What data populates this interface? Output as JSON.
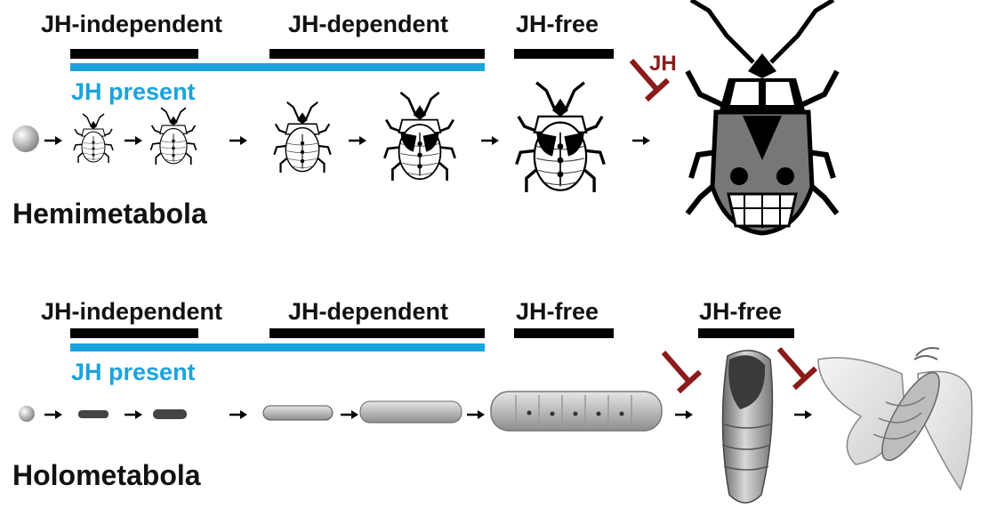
{
  "hemimetabola": {
    "title": "Hemimetabola",
    "phase_independent": "JH-independent",
    "phase_dependent": "JH-dependent",
    "phase_free": "JH-free",
    "present_label": "JH present",
    "inhibitor_label": "JH"
  },
  "holometabola": {
    "title": "Holometabola",
    "phase_independent": "JH-independent",
    "phase_dependent": "JH-dependent",
    "phase_free": "JH-free",
    "phase_free_pupal": "JH-free",
    "present_label": "JH present"
  },
  "colors": {
    "jh_present_bar": "#1aa3dc",
    "phase_bar": "#000000",
    "inhibitor": "#8b1a1a"
  }
}
